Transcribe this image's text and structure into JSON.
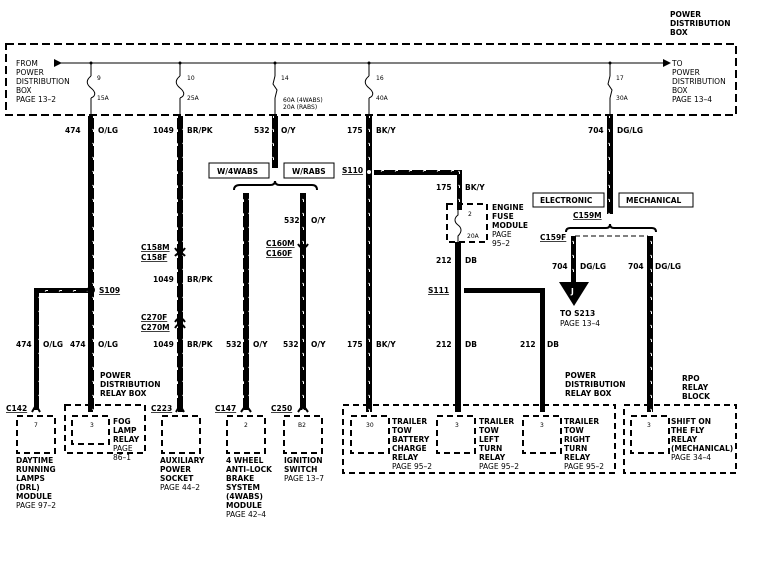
{
  "header": {
    "pdb_label": [
      "POWER",
      "DISTRIBUTION",
      "BOX"
    ]
  },
  "bus": {
    "from_label": [
      "FROM",
      "POWER",
      "DISTRIBUTION",
      "BOX",
      "PAGE 13–2"
    ],
    "to_label": [
      "TO",
      "POWER",
      "DISTRIBUTION",
      "BOX",
      "PAGE 13–4"
    ]
  },
  "fuses": [
    {
      "num": "9",
      "rating": [
        "15A"
      ]
    },
    {
      "num": "10",
      "rating": [
        "25A"
      ]
    },
    {
      "num": "14",
      "rating": [
        "60A (4WABS)",
        "20A (RABS)"
      ]
    },
    {
      "num": "16",
      "rating": [
        "40A"
      ]
    },
    {
      "num": "17",
      "rating": [
        "30A"
      ]
    }
  ],
  "wires": {
    "w474": {
      "circuit": "474",
      "color": "O/LG"
    },
    "w1049": {
      "circuit": "1049",
      "color": "BR/PK"
    },
    "w532": {
      "circuit": "532",
      "color": "O/Y"
    },
    "w175": {
      "circuit": "175",
      "color": "BK/Y"
    },
    "w704": {
      "circuit": "704",
      "color": "DG/LG"
    },
    "w212": {
      "circuit": "212",
      "color": "DB"
    }
  },
  "options": {
    "w4wabs": "W/4WABS",
    "wrabs": "W/RABS",
    "electronic": "ELECTRONIC",
    "mechanical": "MECHANICAL"
  },
  "splices": {
    "s109": "S109",
    "s110": "S110",
    "s111": "S111"
  },
  "connectors": {
    "c158m": "C158M",
    "c158f": "C158F",
    "c270f": "C270F",
    "c270m": "C270M",
    "c160m": "C160M",
    "c160f": "C160F",
    "c159m": "C159M",
    "c159f": "C159F",
    "c142": "C142",
    "c223": "C223",
    "c147": "C147",
    "c250": "C250"
  },
  "engine_fuse": {
    "num": "2",
    "rating": "20A",
    "label": [
      "ENGINE",
      "FUSE",
      "MODULE",
      "PAGE",
      "95–2"
    ]
  },
  "offpage": {
    "letter": "J",
    "label": [
      "TO S213",
      "PAGE 13–4"
    ]
  },
  "pdrb_label_1": [
    "POWER",
    "DISTRIBUTION",
    "RELAY BOX"
  ],
  "pdrb_label_2": [
    "POWER",
    "DISTRIBUTION",
    "RELAY BOX"
  ],
  "rpo_label": [
    "RPO",
    "RELAY",
    "BLOCK"
  ],
  "components": {
    "drl": {
      "pin": "7",
      "label": [
        "DAYTIME",
        "RUNNING",
        "LAMPS",
        "(DRL)",
        "MODULE"
      ],
      "page": "PAGE 97–2"
    },
    "fog": {
      "pin": "3",
      "label": [
        "FOG",
        "LAMP",
        "RELAY"
      ],
      "page": [
        "PAGE",
        "86–1"
      ]
    },
    "aux": {
      "pin": "",
      "label": [
        "AUXILIARY",
        "POWER",
        "SOCKET"
      ],
      "page": "PAGE 44–2"
    },
    "abs": {
      "pin": "2",
      "label": [
        "4 WHEEL",
        "ANTI–LOCK",
        "BRAKE",
        "SYSTEM",
        "(4WABS)",
        "MODULE"
      ],
      "page": "PAGE 42–4"
    },
    "ign": {
      "pin": "B2",
      "label": [
        "IGNITION",
        "SWITCH"
      ],
      "page": "PAGE 13–7"
    },
    "ttbc": {
      "pin": "30",
      "label": [
        "TRAILER",
        "TOW",
        "BATTERY",
        "CHARGE",
        "RELAY"
      ],
      "page": "PAGE 95–2"
    },
    "ttlt": {
      "pin": "3",
      "label": [
        "TRAILER",
        "TOW",
        "LEFT",
        "TURN",
        "RELAY"
      ],
      "page": "PAGE 95–2"
    },
    "ttrt": {
      "pin": "3",
      "label": [
        "TRAILER",
        "TOW",
        "RIGHT",
        "TURN",
        "RELAY"
      ],
      "page": "PAGE 95–2"
    },
    "sotf": {
      "pin": "3",
      "label": [
        "SHIFT ON",
        "THE FLY",
        "RELAY",
        "(MECHANICAL)"
      ],
      "page": "PAGE 34–4"
    }
  }
}
